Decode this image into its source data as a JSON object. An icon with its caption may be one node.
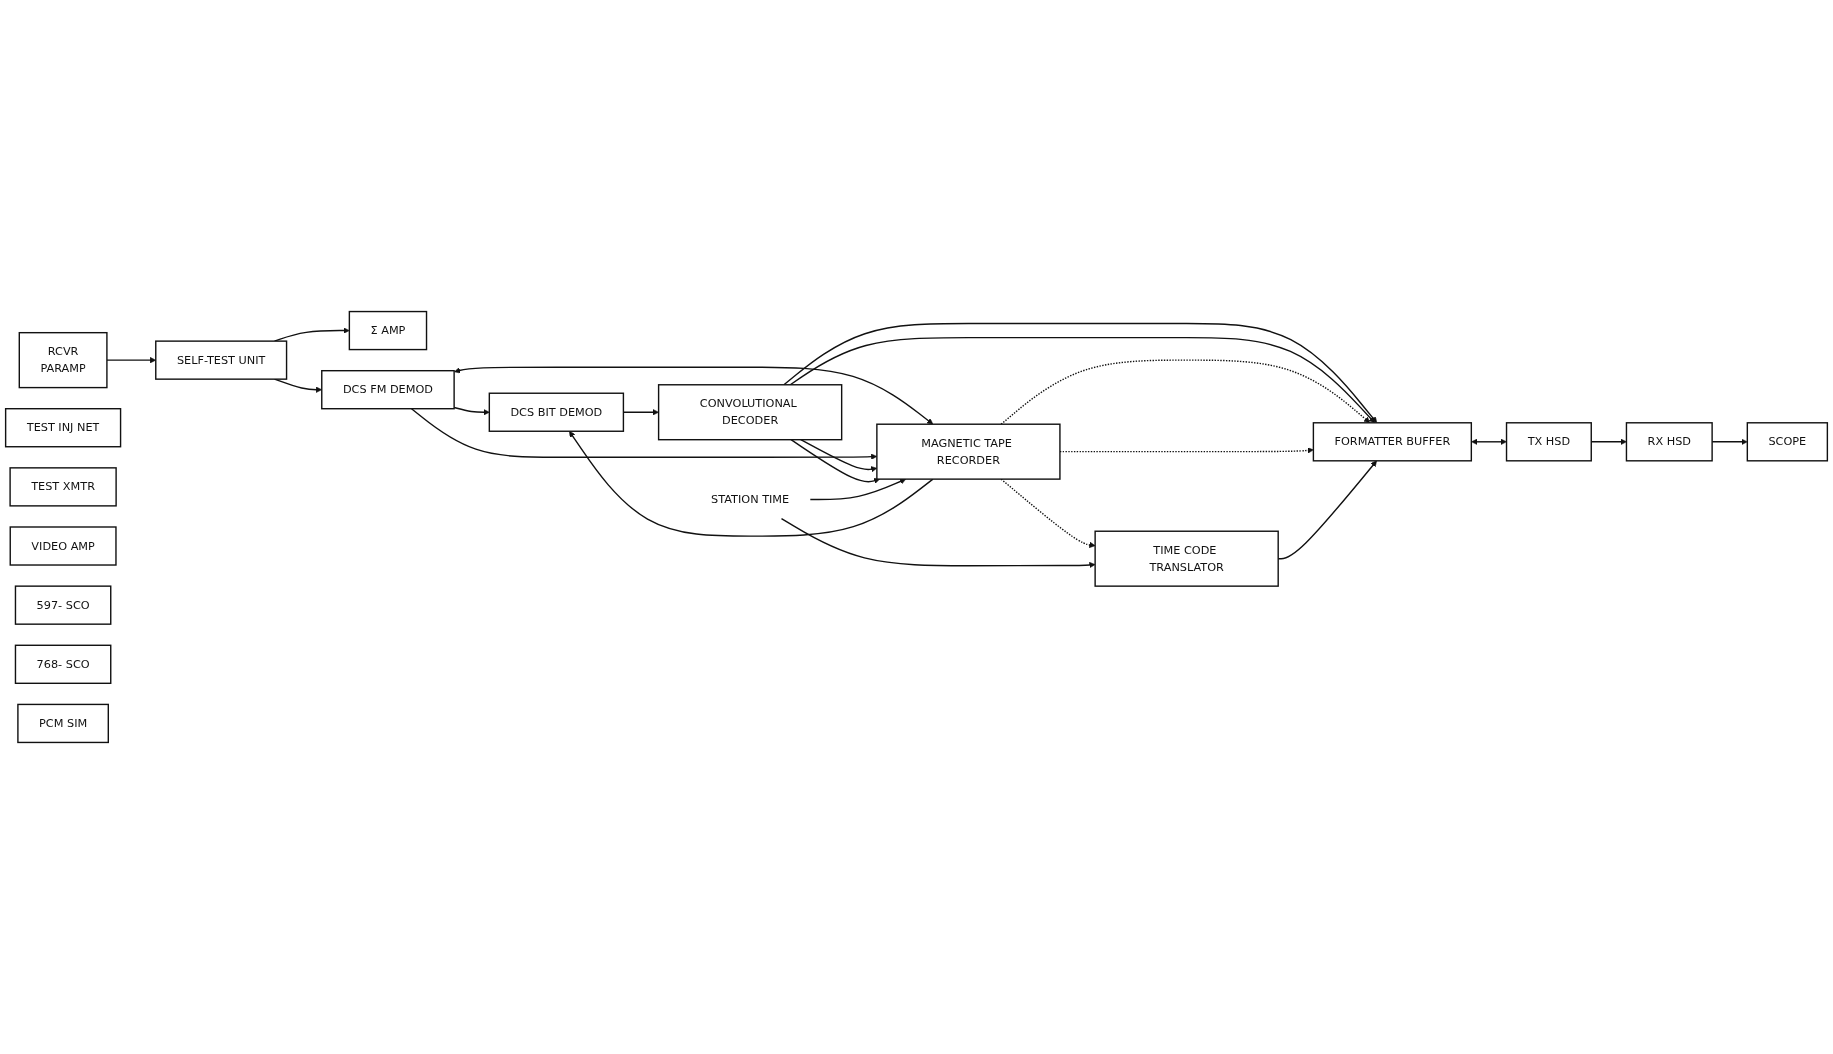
{
  "diagram": {
    "nodes": [
      {
        "text": [
          "RCVR",
          "PARAMP"
        ]
      },
      {
        "text": [
          "TEST INJ NET"
        ]
      },
      {
        "text": [
          "TEST XMTR"
        ]
      },
      {
        "text": [
          "VIDEO AMP"
        ]
      },
      {
        "text": [
          "Σ AMP"
        ]
      },
      {
        "text": [
          "597- SCO"
        ]
      },
      {
        "text": [
          "768- SCO"
        ]
      },
      {
        "text": [
          "PCM SIM"
        ]
      },
      {
        "text": [
          "SELF-TEST UNIT"
        ]
      },
      {
        "text": [
          "DCS FM DEMOD"
        ]
      },
      {
        "text": [
          "DCS BIT DEMOD"
        ]
      },
      {
        "text": [
          "CONVOLUTIONAL DECODER"
        ]
      },
      {
        "text": [
          "MAGNETIC TAPE RECORDER"
        ]
      },
      {
        "text": [
          "TIME CODE TRANSLATOR"
        ]
      },
      {
        "text": [
          "FORMATTER BUFFER"
        ]
      },
      {
        "text": [
          "STATION TIME"
        ]
      },
      {
        "text": [
          "SCOPE"
        ]
      },
      {
        "text": [
          "RX HSD"
        ]
      },
      {
        "text": [
          "TX HSD"
        ]
      }
    ],
    "edges": [
      {
        "from": 0,
        "to": 8,
        "arrow": "to"
      },
      {
        "from": 8,
        "to": 4,
        "arrow": "to"
      },
      {
        "from": 8,
        "to": 9,
        "arrow": "to"
      },
      {
        "from": 9,
        "to": 10,
        "arrow": "to"
      },
      {
        "from": 10,
        "to": 11,
        "arrow": "to"
      },
      {
        "from": 9,
        "to": 12,
        "arrow": "both"
      },
      {
        "from": 9,
        "to": 12,
        "arrow": "to"
      },
      {
        "from": 12,
        "to": 10,
        "arrow": "to"
      },
      {
        "from": 11,
        "to": 12,
        "arrow": "to"
      },
      {
        "from": 11,
        "to": 12,
        "arrow": "to"
      },
      {
        "from": 11,
        "to": 14,
        "arrow": "to"
      },
      {
        "from": 11,
        "to": 14,
        "arrow": "to"
      },
      {
        "from": 12,
        "to": 13,
        "arrow": "to",
        "style": "dashed"
      },
      {
        "from": 12,
        "to": 14,
        "arrow": "to",
        "style": "dashed"
      },
      {
        "from": 12,
        "to": 14,
        "arrow": "to",
        "style": "dashed"
      },
      {
        "from": 15,
        "to": 12,
        "arrow": "to"
      },
      {
        "from": 15,
        "to": 13,
        "arrow": "to"
      },
      {
        "from": 13,
        "to": 14,
        "arrow": "to"
      },
      {
        "from": 14,
        "to": 18,
        "arrow": "both"
      },
      {
        "from": 18,
        "to": 17,
        "arrow": "to"
      },
      {
        "from": 17,
        "to": 16,
        "arrow": "to"
      }
    ]
  }
}
